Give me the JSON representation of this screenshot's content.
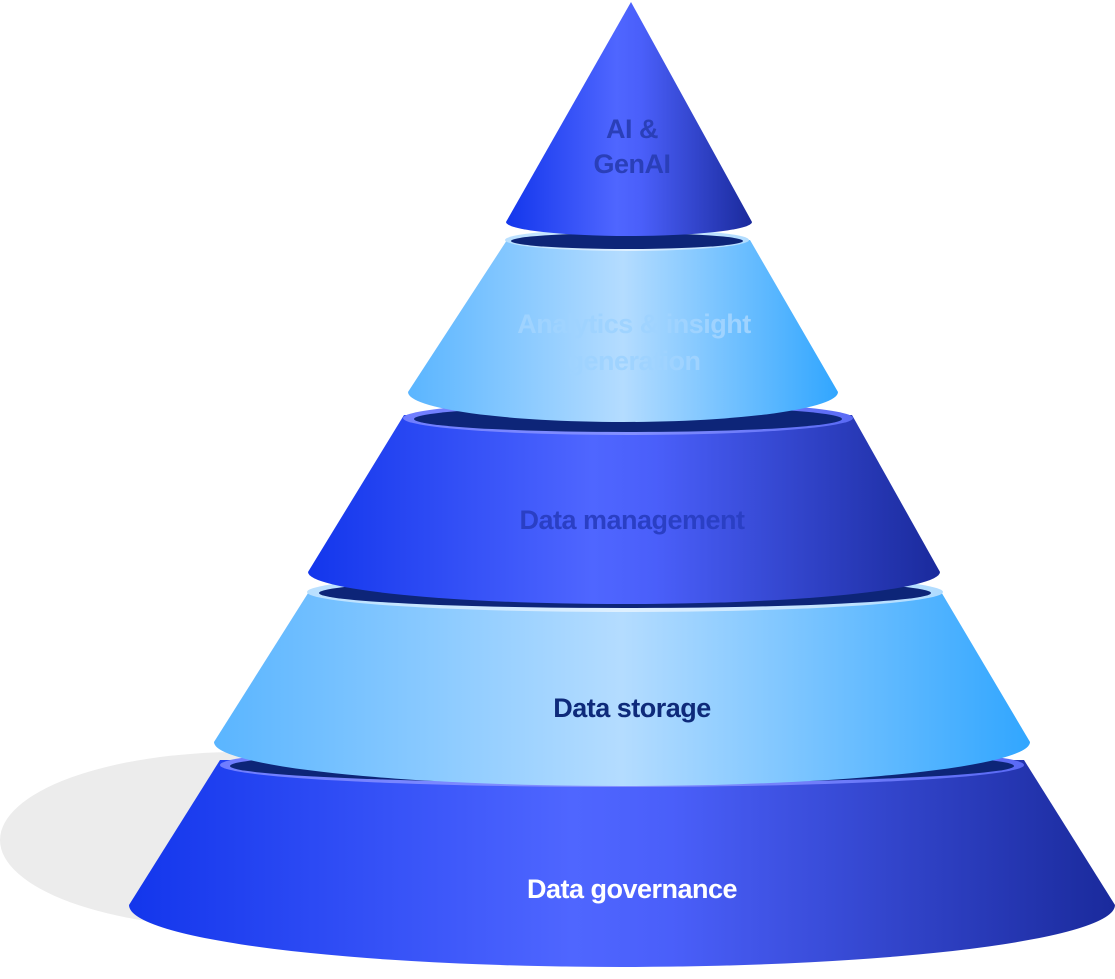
{
  "diagram": {
    "type": "pyramid",
    "layers": [
      {
        "id": "ai",
        "lines": [
          "AI &",
          "GenAI"
        ],
        "label_color": "#2a3fb8",
        "fill": "dark-blue"
      },
      {
        "id": "analytics",
        "lines": [
          "Analytics  & insight",
          "generation"
        ],
        "label_color": "#9fd3ff",
        "fill": "light-blue"
      },
      {
        "id": "management",
        "lines": [
          "Data management"
        ],
        "label_color": "#2a3fc4",
        "fill": "dark-blue"
      },
      {
        "id": "storage",
        "lines": [
          "Data storage"
        ],
        "label_color": "#0e2a7a",
        "fill": "light-blue"
      },
      {
        "id": "governance",
        "lines": [
          "Data governance"
        ],
        "label_color": "#ffffff",
        "fill": "dark-blue"
      }
    ],
    "colors": {
      "dark_blue_edge": "#1638e6",
      "dark_blue_mid": "#4f66ff",
      "dark_blue_right": "#1a2ea5",
      "light_blue_edge": "#5bb6ff",
      "light_blue_mid": "#b3dcff",
      "light_blue_right": "#36a8ff",
      "rim_dark": "#0d2578",
      "shadow": "#ececec"
    }
  }
}
